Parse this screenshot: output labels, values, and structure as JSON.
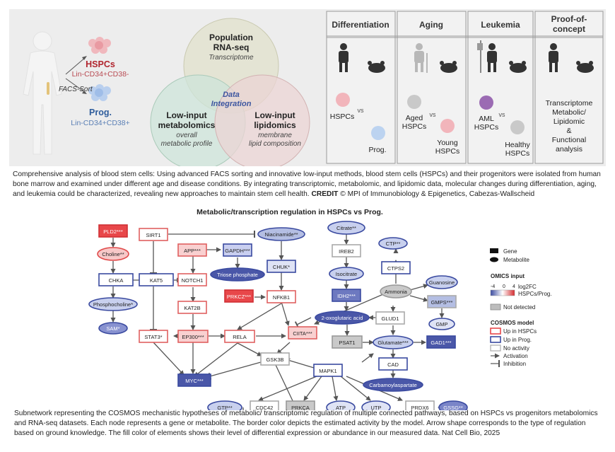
{
  "overview": {
    "hspc_label": "HSPCs",
    "hspc_markers": "Lin-CD34+CD38-",
    "prog_label": "Prog.",
    "prog_markers": "Lin-CD34+CD38+",
    "facs_label": "FACS-Sort",
    "venn": {
      "top_title_1": "Population",
      "top_title_2": "RNA-seq",
      "top_sub": "Transcriptome",
      "left_title_1": "Low-input",
      "left_title_2": "metabolomics",
      "left_sub_1": "overall",
      "left_sub_2": "metabolic profile",
      "right_title_1": "Low-input",
      "right_title_2": "lipidomics",
      "right_sub_1": "membrane",
      "right_sub_2": "lipid composition",
      "center_1": "Data",
      "center_2": "Integration"
    },
    "panels": [
      {
        "title": "Differentiation",
        "a": "HSPCs",
        "vs": "vs",
        "b": "Prog."
      },
      {
        "title": "Aging",
        "a1": "Aged",
        "a2": "HSPCs",
        "vs": "vs",
        "b1": "Young",
        "b2": "HSPCs"
      },
      {
        "title": "Leukemia",
        "a1": "AML",
        "a2": "HSPCs",
        "vs": "vs",
        "b1": "Healthy",
        "b2": "HSPCs"
      },
      {
        "title1": "Proof-of-",
        "title2": "concept",
        "l1": "Transcriptome",
        "l2": "Metabolic/",
        "l3": "Lipidomic",
        "l4": "&",
        "l5": "Functional",
        "l6": "analysis"
      }
    ]
  },
  "caption1_main": "Comprehensive analysis of blood stem cells: Using advanced FACS sorting and innovative low-input methods, blood stem cells (HSPCs) and their progenitors were isolated from human bone marrow and examined under different age and disease conditions. By integrating transcriptomic, metabolomic, and lipidomic data, molecular changes during differentiation, aging, and leukemia could be characterized, revealing new approaches to maintain stem cell health.",
  "caption1_credit_label": "CREDIT",
  "caption1_credit": "© MPI of Immunobiology & Epigenetics, Cabezas-Wallscheid",
  "network_title": "Metabolic/transcription regulation in HSPCs vs Prog.",
  "nodes": {
    "pld2": "PLD2***",
    "sirt1": "SIRT1",
    "niacinamide": "Niacinamide**",
    "citrate": "Citrate**",
    "choline": "Choline**",
    "app": "APP***",
    "gapdh": "GAPDH***",
    "ireb2": "IREB2",
    "ctp": "CTP**",
    "chka": "CHKA",
    "kat5": "KAT5",
    "notch1": "NOTCH1",
    "chuk": "CHUK*",
    "triose": "Triose phosphate",
    "isocitrate": "Isocitrate",
    "ctps2": "CTPS2",
    "phosphocholine": "Phosphocholine*",
    "kat2b": "KAT2B",
    "prkcz": "PRKCZ***",
    "nfkb1": "NFKB1",
    "idh2": "IDH2***",
    "ammonia": "Ammonia",
    "guanosine": "Guanosine",
    "gmps": "GMPS***",
    "sam": "SAM*",
    "oxo": "2-oxoglutaric acid",
    "glud1": "GLUD1",
    "gmp": "GMP",
    "stat3": "STAT3*",
    "ep300": "EP300***",
    "rela": "RELA",
    "ciita": "CIITA***",
    "psat1": "PSAT1",
    "glutamate": "Glutamate***",
    "gad1": "GAD1***",
    "gsk3b": "GSK3B",
    "cad": "CAD",
    "myc": "MYC***",
    "mapk1": "MAPK1",
    "carbamoyl": "Carbamoylaspartate",
    "gtp": "GTP**",
    "cdc42": "CDC42",
    "prkca": "PRKCA",
    "atp": "ATP",
    "utp": "UTP",
    "prdx6": "PRDX6",
    "gssg": "GSSG**"
  },
  "legend": {
    "gene": "Gene",
    "metabolite": "Metabolite",
    "omics_title": "OMICS input",
    "scale_min": "-4",
    "scale_mid": "0",
    "scale_max": "4",
    "scale_label_1": "log2FC",
    "scale_label_2": "HSPCs/Prog.",
    "not_detected": "Not detected",
    "cosmos_title": "COSMOS model",
    "up_hspc": "Up in HSPCs",
    "up_prog": "Up in Prog.",
    "no_activity": "No activity",
    "activation": "Activation",
    "inhibition": "Inhibition"
  },
  "caption2": "Subnetwork representing the COSMOS mechanistic hypotheses of metabolic/ transcriptomic regulation of multiple connected pathways, based on HSPCs vs progenitors metabolomics and RNA-seq datasets. Each node represents a gene or metabolite. The border color depicts the estimated activity by the model. Arrow shape corresponds to the type of regulation based on ground knowledge. The fill color of elements shows their level of differential expression or abundance in our measured data. Nat Cell Bio, 2025",
  "colors": {
    "red": "#e8474a",
    "blue": "#3a4aa0",
    "grey_fill": "#bdbdbd"
  }
}
